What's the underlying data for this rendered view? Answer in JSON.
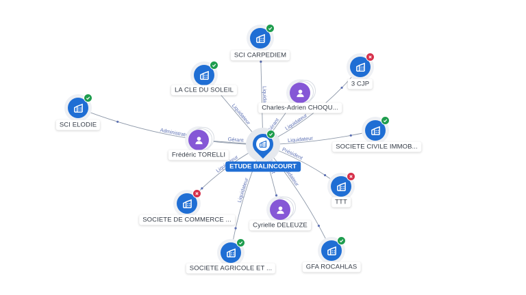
{
  "center": {
    "label": "ETUDE BALINCOURT",
    "status": "active",
    "icon": "company-icon"
  },
  "colors": {
    "company": "#1f6ed4",
    "person": "#8557d6",
    "active": "#1f9d4e",
    "closed": "#d6304a",
    "edge": "#8c97a8"
  },
  "nodes": [
    {
      "id": "sci-carpediem",
      "type": "company",
      "label": "SCI CARPEDIEM",
      "status": "active",
      "edge_label": "Liquidateur"
    },
    {
      "id": "la-cle-du-soleil",
      "type": "company",
      "label": "LA CLE DU SOLEIL",
      "status": "active",
      "edge_label": "Liquidateur"
    },
    {
      "id": "sci-elodie",
      "type": "company",
      "label": "SCI ELODIE",
      "status": "active",
      "edge_label": "Administrateur provi"
    },
    {
      "id": "charles-adrien",
      "type": "person",
      "label": "Charles-Adrien CHOQU...",
      "status": "",
      "edge_label": "Gérant"
    },
    {
      "id": "3cjp",
      "type": "company",
      "label": "3 CJP",
      "status": "closed",
      "edge_label": "Liquidateur"
    },
    {
      "id": "frederic-torelli",
      "type": "person",
      "label": "Frédéric TORELLI",
      "status": "",
      "edge_label": "Gérant"
    },
    {
      "id": "societe-civile-immob",
      "type": "company",
      "label": "SOCIETE CIVILE IMMOB...",
      "status": "active",
      "edge_label": "Liquidateur"
    },
    {
      "id": "ttt",
      "type": "company",
      "label": "TTT",
      "status": "closed",
      "edge_label": "Président"
    },
    {
      "id": "societe-de-commerce",
      "type": "company",
      "label": "SOCIETE DE COMMERCE ...",
      "status": "closed",
      "edge_label": "Liquidateur"
    },
    {
      "id": "cyrielle-deleuze",
      "type": "person",
      "label": "Cyrielle DELEUZE",
      "status": "",
      "edge_label": "Gérant"
    },
    {
      "id": "societe-agricole",
      "type": "company",
      "label": "SOCIETE AGRICOLE ET ...",
      "status": "active",
      "edge_label": "Liquidateur"
    },
    {
      "id": "gfa-rocahlas",
      "type": "company",
      "label": "GFA ROCAHLAS",
      "status": "active",
      "edge_label": "Liquidateur"
    }
  ]
}
